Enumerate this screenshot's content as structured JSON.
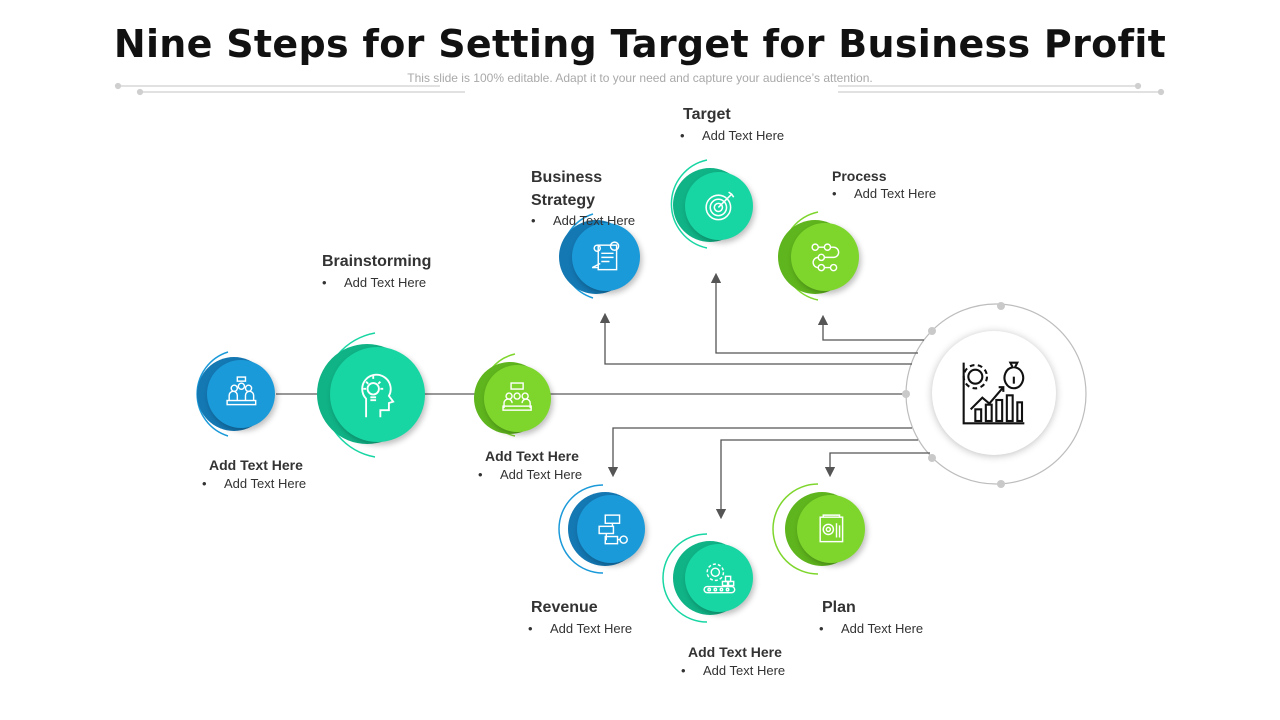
{
  "title": "Nine Steps for Setting Target for Business Profit",
  "subtitle": "This slide is 100% editable. Adapt it to your need and capture your audience’s attention.",
  "steps": [
    {
      "label": "Add Text Here",
      "bullet": "Add Text Here",
      "icon": "team-meeting-icon"
    },
    {
      "label": "Brainstorming",
      "bullet": "Add Text Here",
      "icon": "head-lightbulb-icon"
    },
    {
      "label": "Add Text Here",
      "bullet": "Add Text Here",
      "icon": "team-discussion-icon"
    },
    {
      "label_line1": "Business",
      "label_line2": "Strategy",
      "bullet": "Add Text Here",
      "icon": "strategy-document-icon"
    },
    {
      "label": "Target",
      "bullet": "Add Text Here",
      "icon": "target-icon"
    },
    {
      "label": "Process",
      "bullet": "Add Text Here",
      "icon": "process-flow-icon"
    },
    {
      "label": "Revenue",
      "bullet": "Add Text Here",
      "icon": "flowchart-icon"
    },
    {
      "label": "Add Text Here",
      "bullet": "Add Text Here",
      "icon": "gear-conveyor-icon"
    },
    {
      "label": "Plan",
      "bullet": "Add Text Here",
      "icon": "plan-document-icon"
    }
  ],
  "hub": {
    "icon": "business-growth-icon"
  },
  "colors": {
    "blue": "#1b9ad9",
    "teal": "#18d6a3",
    "green": "#7ed62d",
    "connector": "#555555"
  }
}
